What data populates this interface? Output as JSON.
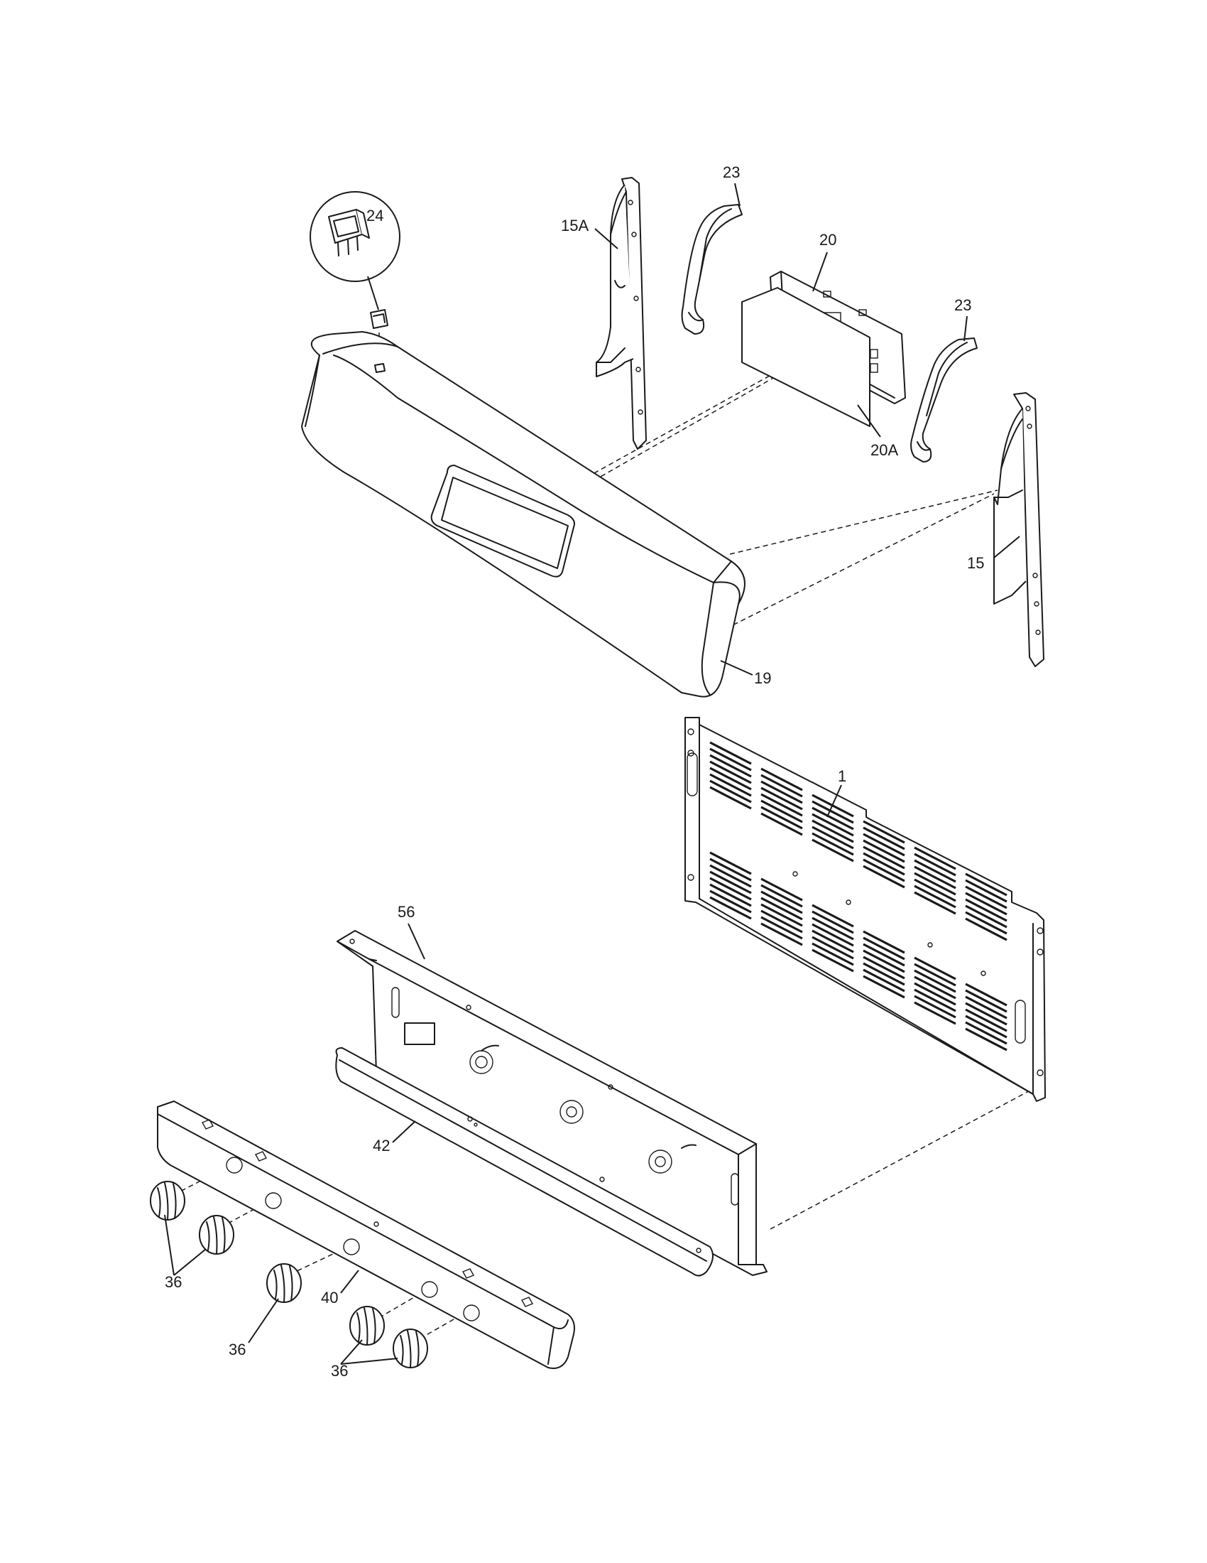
{
  "diagram": {
    "parts": [
      {
        "id": "1",
        "label": "1"
      },
      {
        "id": "15",
        "label": "15"
      },
      {
        "id": "15A",
        "label": "15A"
      },
      {
        "id": "19",
        "label": "19"
      },
      {
        "id": "20",
        "label": "20"
      },
      {
        "id": "20A",
        "label": "20A"
      },
      {
        "id": "23a",
        "label": "23"
      },
      {
        "id": "23b",
        "label": "23"
      },
      {
        "id": "24",
        "label": "24"
      },
      {
        "id": "36a",
        "label": "36"
      },
      {
        "id": "36b",
        "label": "36"
      },
      {
        "id": "36c",
        "label": "36"
      },
      {
        "id": "40",
        "label": "40"
      },
      {
        "id": "42",
        "label": "42"
      },
      {
        "id": "56",
        "label": "56"
      }
    ]
  }
}
